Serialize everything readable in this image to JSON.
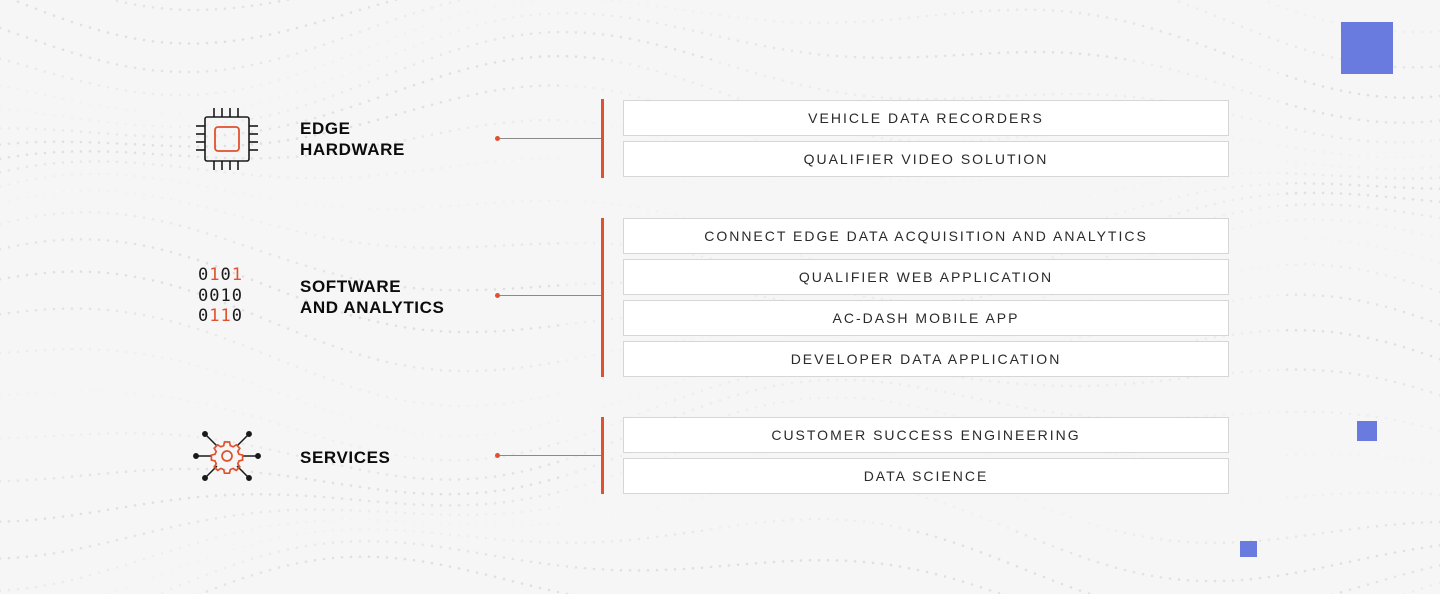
{
  "colors": {
    "accent": "#e0522e",
    "square": "#6a7be0",
    "text": "#0c0c0c",
    "border": "#d6d6d6"
  },
  "sections": [
    {
      "title_lines": [
        "EDGE",
        "HARDWARE"
      ],
      "icon": "chip-icon",
      "items": [
        "VEHICLE DATA RECORDERS",
        "QUALIFIER VIDEO SOLUTION"
      ]
    },
    {
      "title_lines": [
        "SOFTWARE",
        "AND ANALYTICS"
      ],
      "icon": "binary-code-icon",
      "binary_rows": [
        "0101",
        "0010",
        "0110"
      ],
      "items": [
        "CONNECT EDGE DATA ACQUISITION AND ANALYTICS",
        "QUALIFIER WEB APPLICATION",
        "AC-DASH MOBILE APP",
        "DEVELOPER DATA APPLICATION"
      ]
    },
    {
      "title_lines": [
        "SERVICES"
      ],
      "icon": "gear-network-icon",
      "items": [
        "CUSTOMER SUCCESS ENGINEERING",
        "DATA SCIENCE"
      ]
    }
  ]
}
